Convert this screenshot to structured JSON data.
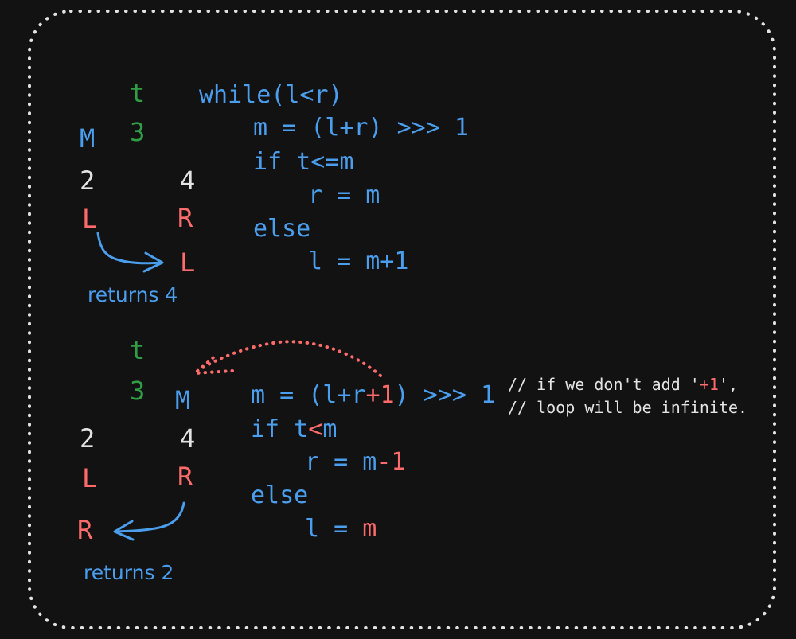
{
  "colors": {
    "background": "#121212",
    "code": "#4a9eed",
    "highlight": "#ff6b6b",
    "pointer": "#2f9e44",
    "value": "#e3e3e3",
    "border": "#e3e3e3",
    "comment": "#e3e3e3"
  },
  "example_1": {
    "target_label": "t",
    "target_value": "3",
    "mid_label": "M",
    "left_value": "2",
    "right_value": "4",
    "left_label": "L",
    "right_label": "R",
    "moved_label": "L",
    "result": "returns 4",
    "code": [
      "while(l<r)",
      "m = (l+r) >>> 1",
      "if t<=m",
      "r = m",
      "else",
      "l = m+1"
    ]
  },
  "example_2": {
    "target_label": "t",
    "target_value": "3",
    "mid_label": "M",
    "left_value": "2",
    "right_value": "4",
    "left_label": "L",
    "right_label": "R",
    "moved_label": "R",
    "result": "returns 2",
    "code": [
      {
        "before": "m = (l+r",
        "highlight": "+1",
        "after": ") >>> 1"
      },
      {
        "before": "if t",
        "highlight": "<",
        "after": "m"
      },
      {
        "before": "r = m",
        "highlight": "-1",
        "after": ""
      },
      {
        "before": "else",
        "highlight": "",
        "after": ""
      },
      {
        "before": "l = ",
        "highlight": "m",
        "after": ""
      }
    ],
    "comment": [
      {
        "before": "// if we don't add '",
        "highlight": "+1",
        "after": "',"
      },
      {
        "before": "// loop will be infinite.",
        "highlight": "",
        "after": ""
      }
    ]
  }
}
